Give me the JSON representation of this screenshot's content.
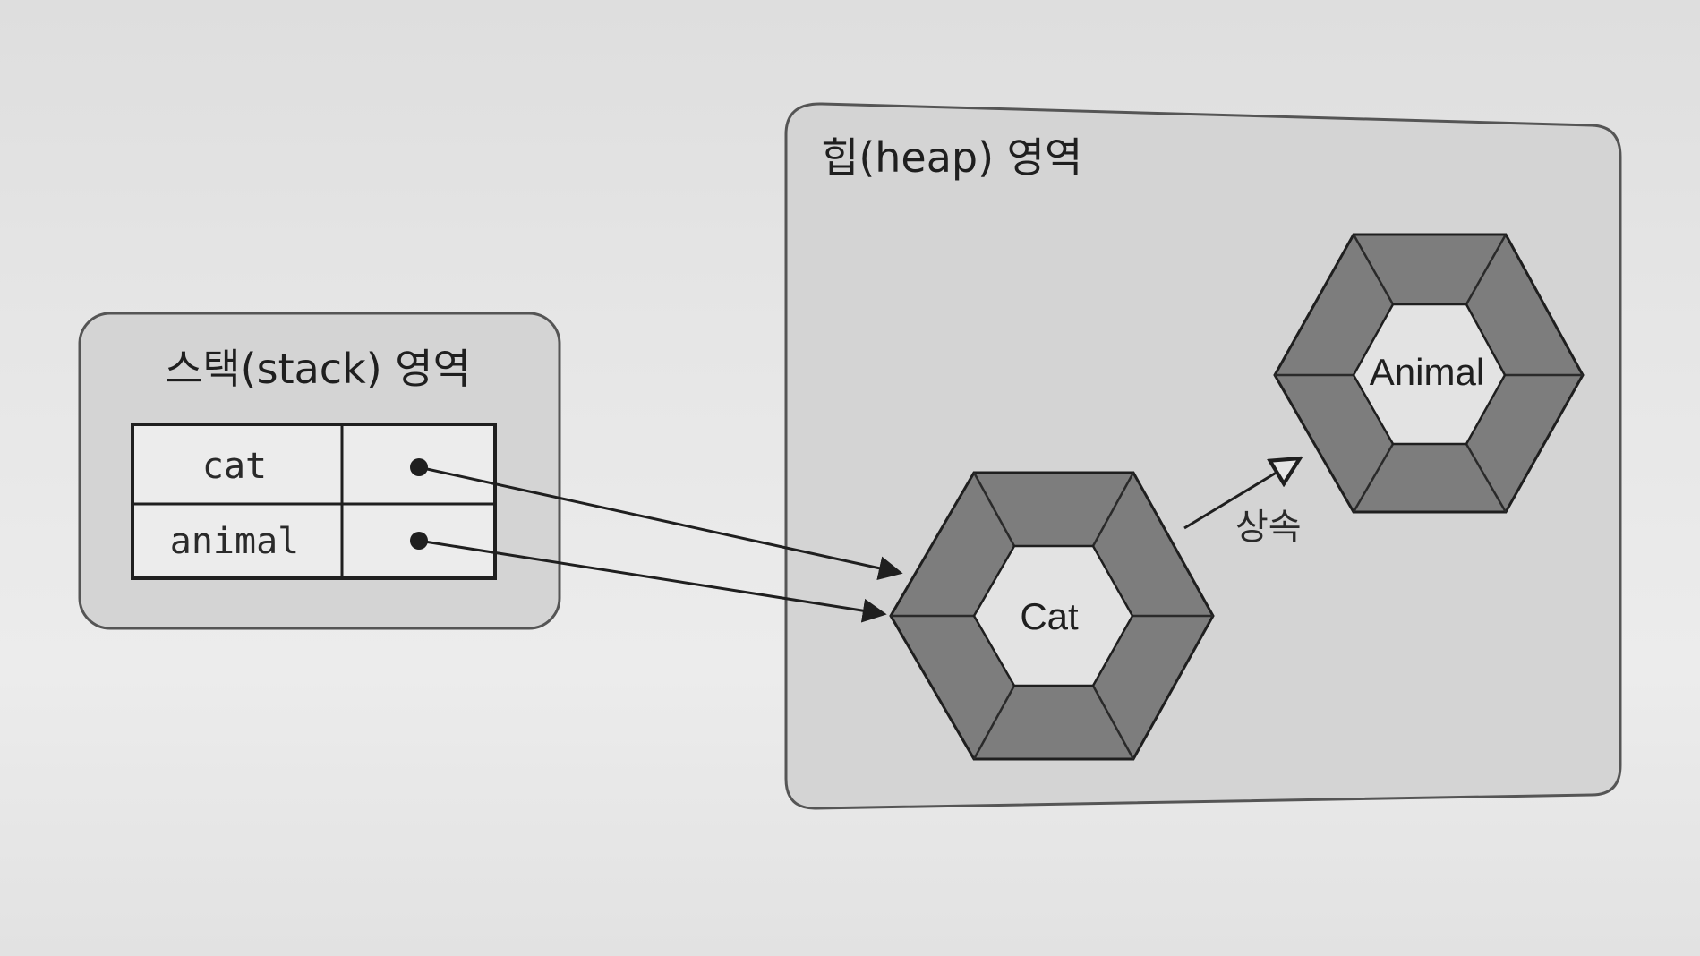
{
  "stack": {
    "title": "스택(stack) 영역",
    "rows": [
      {
        "name": "cat"
      },
      {
        "name": "animal"
      }
    ]
  },
  "heap": {
    "title": "힙(heap) 영역",
    "objects": {
      "cat": {
        "label": "Cat"
      },
      "animal": {
        "label": "Animal"
      }
    },
    "inheritance_label": "상속"
  },
  "colors": {
    "region_fill": "#d4d4d4",
    "region_stroke": "#555555",
    "hex_ring": "#7d7d7d",
    "hex_core": "#e3e3e3",
    "ink": "#1f1f1f"
  }
}
